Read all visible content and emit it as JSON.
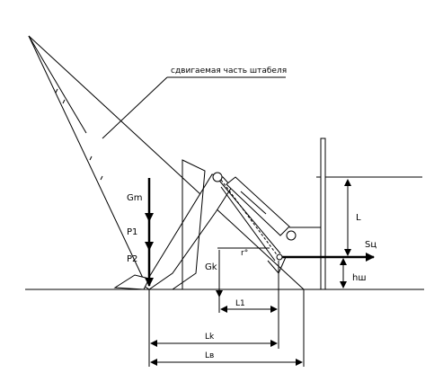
{
  "diagram": {
    "caption": "сдвигаемая часть штабеля",
    "labels": {
      "gm": "Gm",
      "p1": "P1",
      "p2": "P2",
      "gk": "Gk",
      "angle": "r°",
      "sc": "Sц",
      "l": "L",
      "hsh": "hш",
      "l1": "L1",
      "lk": "Lk",
      "lv": "Lв"
    }
  }
}
